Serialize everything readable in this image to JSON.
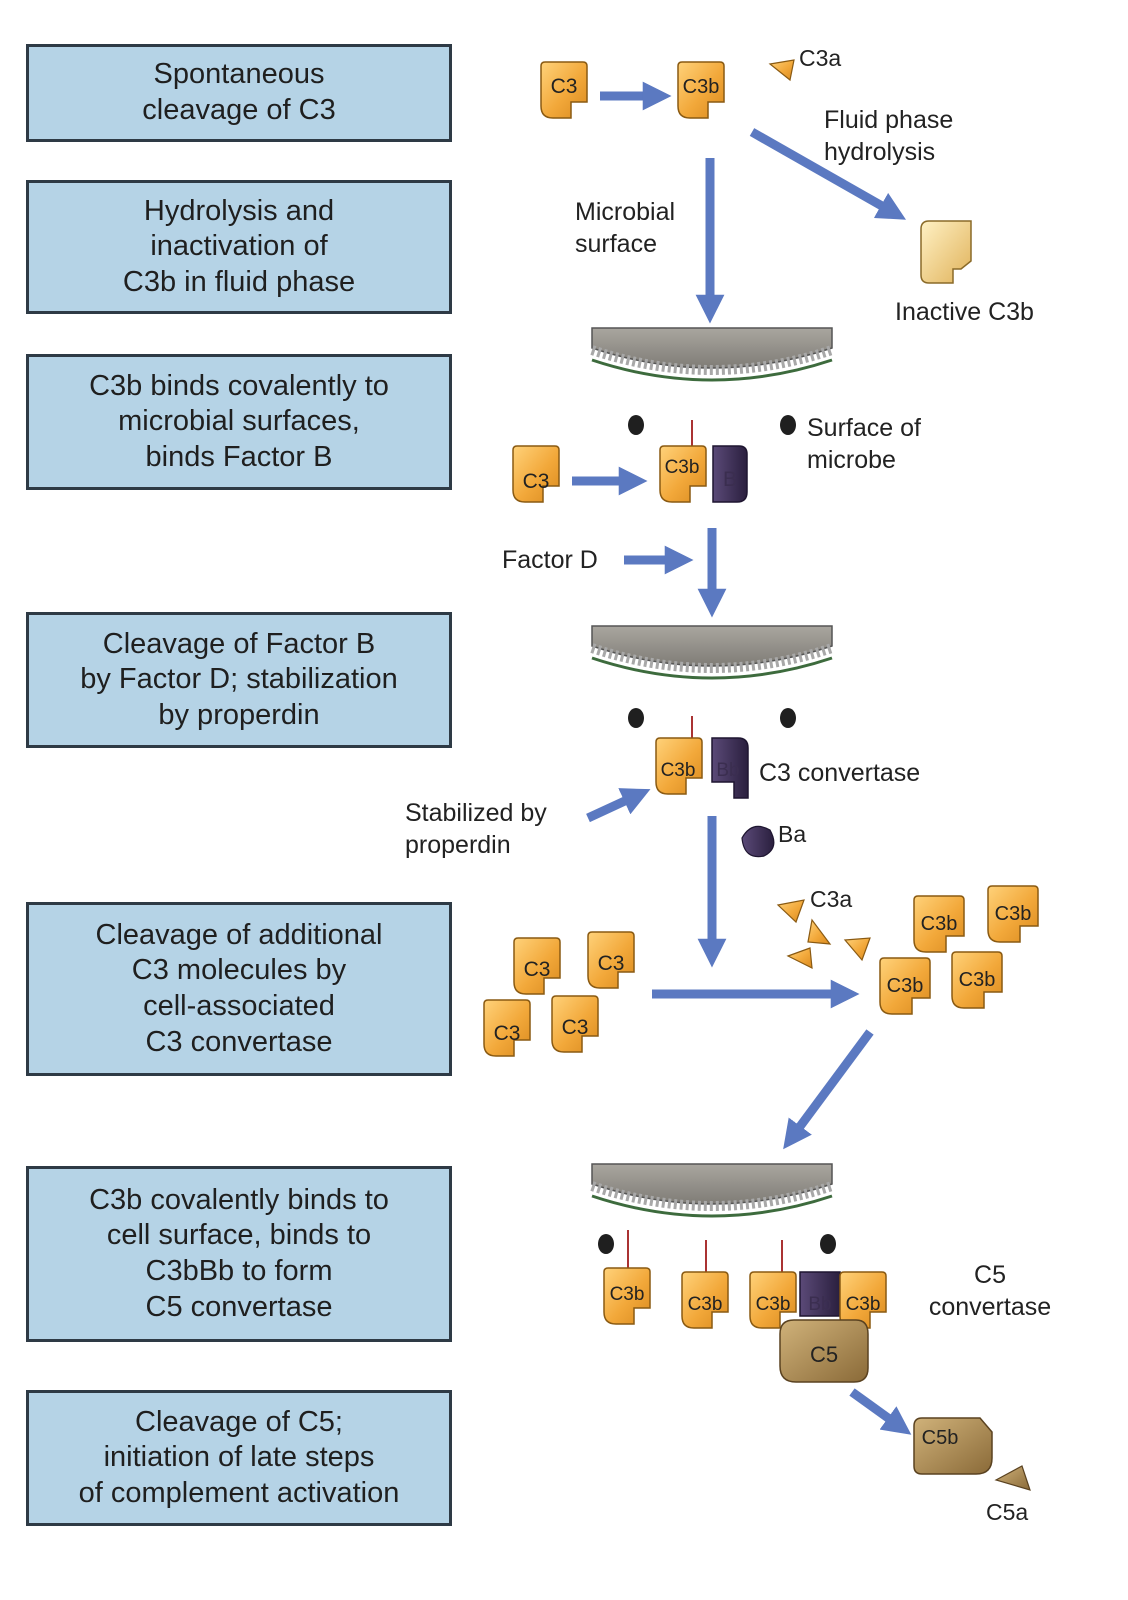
{
  "steps": [
    "Spontaneous\ncleavage of C3",
    "Hydrolysis and\ninactivation of\nC3b in fluid phase",
    "C3b binds covalently to\nmicrobial surfaces,\nbinds Factor B",
    "Cleavage of Factor B\nby Factor D; stabilization\nby properdin",
    "Cleavage of additional\nC3 molecules by\ncell-associated\nC3 convertase",
    "C3b covalently binds to\ncell surface, binds to\nC3bBb to form\nC5 convertase",
    "Cleavage of C5;\ninitiation of late steps\nof complement activation"
  ],
  "molecules": {
    "c3": "C3",
    "c3b": "C3b",
    "b": "B",
    "bb": "Bb",
    "c5": "C5",
    "c5b": "C5b"
  },
  "labels": {
    "c3a": "C3a",
    "fluid_phase_1": "Fluid phase",
    "fluid_phase_2": "hydrolysis",
    "microbial_surface_1": "Microbial",
    "microbial_surface_2": "surface",
    "inactive_c3b": "Inactive C3b",
    "surface_of_microbe_1": "Surface of",
    "surface_of_microbe_2": "microbe",
    "factor_d": "Factor D",
    "c3_convertase": "C3 convertase",
    "stabilized_1": "Stabilized by",
    "stabilized_2": "properdin",
    "ba": "Ba",
    "c5_convertase_1": "C5",
    "c5_convertase_2": "convertase",
    "c5a": "C5a"
  },
  "colors": {
    "box_fill": "#b5d3e6",
    "box_border": "#2e3a45",
    "arrow": "#5b79c1",
    "protein_orange": "#f2a83a",
    "protein_dark": "#3a2d52",
    "protein_c5": "#a4844e",
    "membrane": "#8e8b86"
  }
}
